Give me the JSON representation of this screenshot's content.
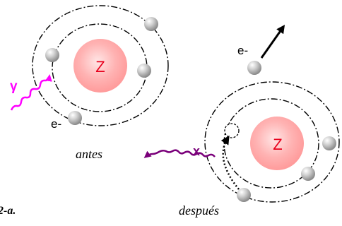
{
  "figure_label": "2-a.",
  "before": {
    "caption": "antes",
    "nucleus_label": "Z",
    "photon_label": "γ",
    "electron_label": "e-"
  },
  "after": {
    "caption": "después",
    "nucleus_label": "Z",
    "xray_label": "x",
    "ejected_electron_label": "e-"
  },
  "colors": {
    "nucleus_label": "#e8001c",
    "photon": "#ff00ff",
    "xray": "#7a007a",
    "orbit": "#000000"
  }
}
